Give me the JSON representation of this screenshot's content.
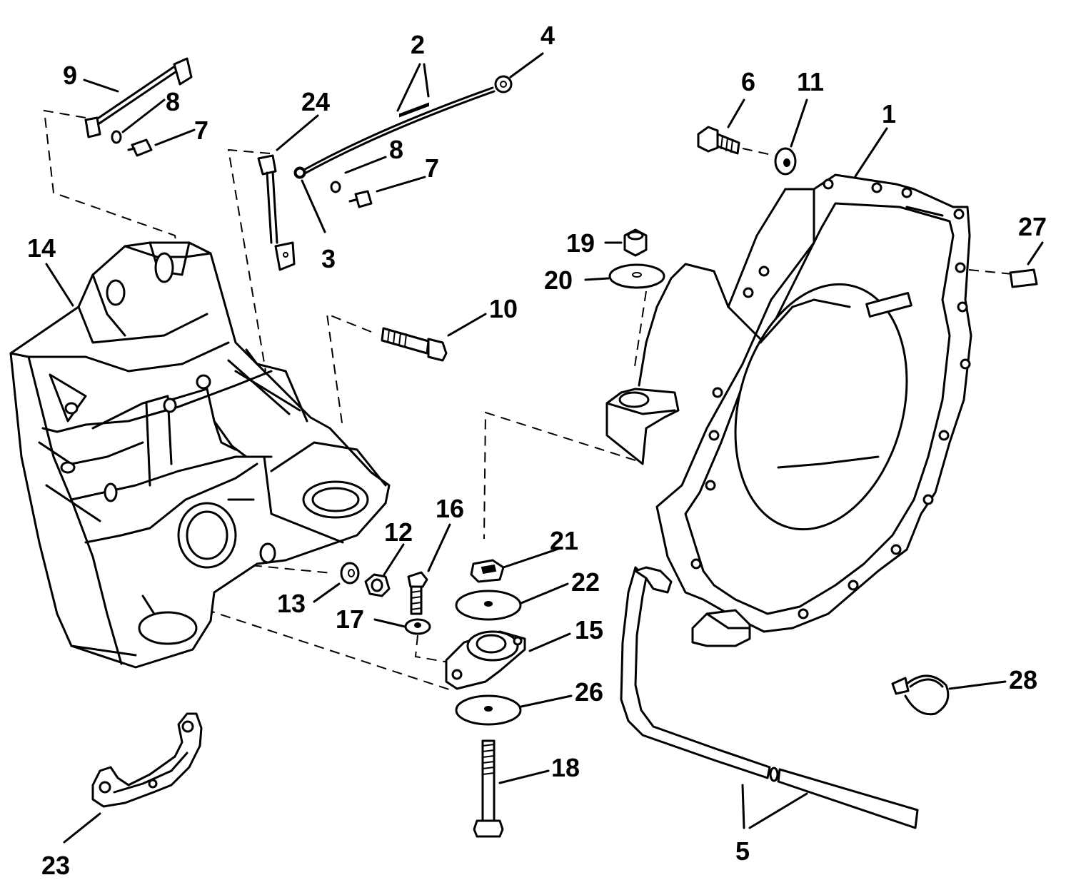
{
  "callouts": [
    {
      "id": "1",
      "text": "1"
    },
    {
      "id": "2",
      "text": "2"
    },
    {
      "id": "3",
      "text": "3"
    },
    {
      "id": "4",
      "text": "4"
    },
    {
      "id": "5",
      "text": "5"
    },
    {
      "id": "6",
      "text": "6"
    },
    {
      "id": "7a",
      "text": "7"
    },
    {
      "id": "7b",
      "text": "7"
    },
    {
      "id": "8a",
      "text": "8"
    },
    {
      "id": "8b",
      "text": "8"
    },
    {
      "id": "9",
      "text": "9"
    },
    {
      "id": "10",
      "text": "10"
    },
    {
      "id": "11",
      "text": "11"
    },
    {
      "id": "12",
      "text": "12"
    },
    {
      "id": "13",
      "text": "13"
    },
    {
      "id": "14",
      "text": "14"
    },
    {
      "id": "15",
      "text": "15"
    },
    {
      "id": "16",
      "text": "16"
    },
    {
      "id": "17",
      "text": "17"
    },
    {
      "id": "18",
      "text": "18"
    },
    {
      "id": "19",
      "text": "19"
    },
    {
      "id": "20",
      "text": "20"
    },
    {
      "id": "21",
      "text": "21"
    },
    {
      "id": "22",
      "text": "22"
    },
    {
      "id": "23",
      "text": "23"
    },
    {
      "id": "24",
      "text": "24"
    },
    {
      "id": "26",
      "text": "26"
    },
    {
      "id": "27",
      "text": "27"
    },
    {
      "id": "28",
      "text": "28"
    }
  ]
}
